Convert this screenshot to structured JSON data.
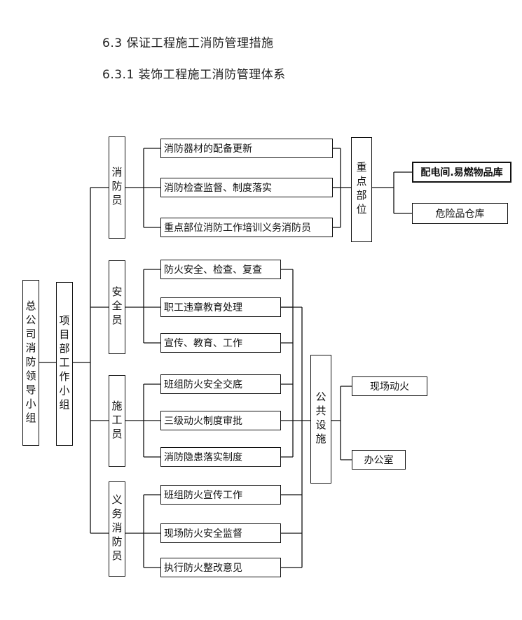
{
  "headings": {
    "section": "6.3 保证工程施工消防管理措施",
    "subsection": "6.3.1 装饰工程施工消防管理体系"
  },
  "diagram": {
    "root": "总公司消防领导小组",
    "project": "项目部工作小组",
    "roles": [
      {
        "label": "消防员",
        "tasks": [
          "消防器材的配备更新",
          "消防检查监督、制度落实",
          "重点部位消防工作培训义务消防员"
        ]
      },
      {
        "label": "安全员",
        "tasks": [
          "防火安全、检查、复查",
          "职工违章教育处理",
          "宣传、教育、工作"
        ]
      },
      {
        "label": "施工员",
        "tasks": [
          "班组防火安全交底",
          "三级动火制度审批",
          "消防隐患落实制度"
        ]
      },
      {
        "label": "义务消防员",
        "tasks": [
          "班组防火宣传工作",
          "现场防火安全监督",
          "执行防火整改意见"
        ]
      }
    ],
    "key_areas": {
      "label": "重点部位",
      "items": [
        "配电间.易燃物品库",
        "危险品仓库"
      ]
    },
    "public_facilities": {
      "label": "公共设施",
      "items": [
        "现场动火",
        "办公室"
      ]
    }
  }
}
